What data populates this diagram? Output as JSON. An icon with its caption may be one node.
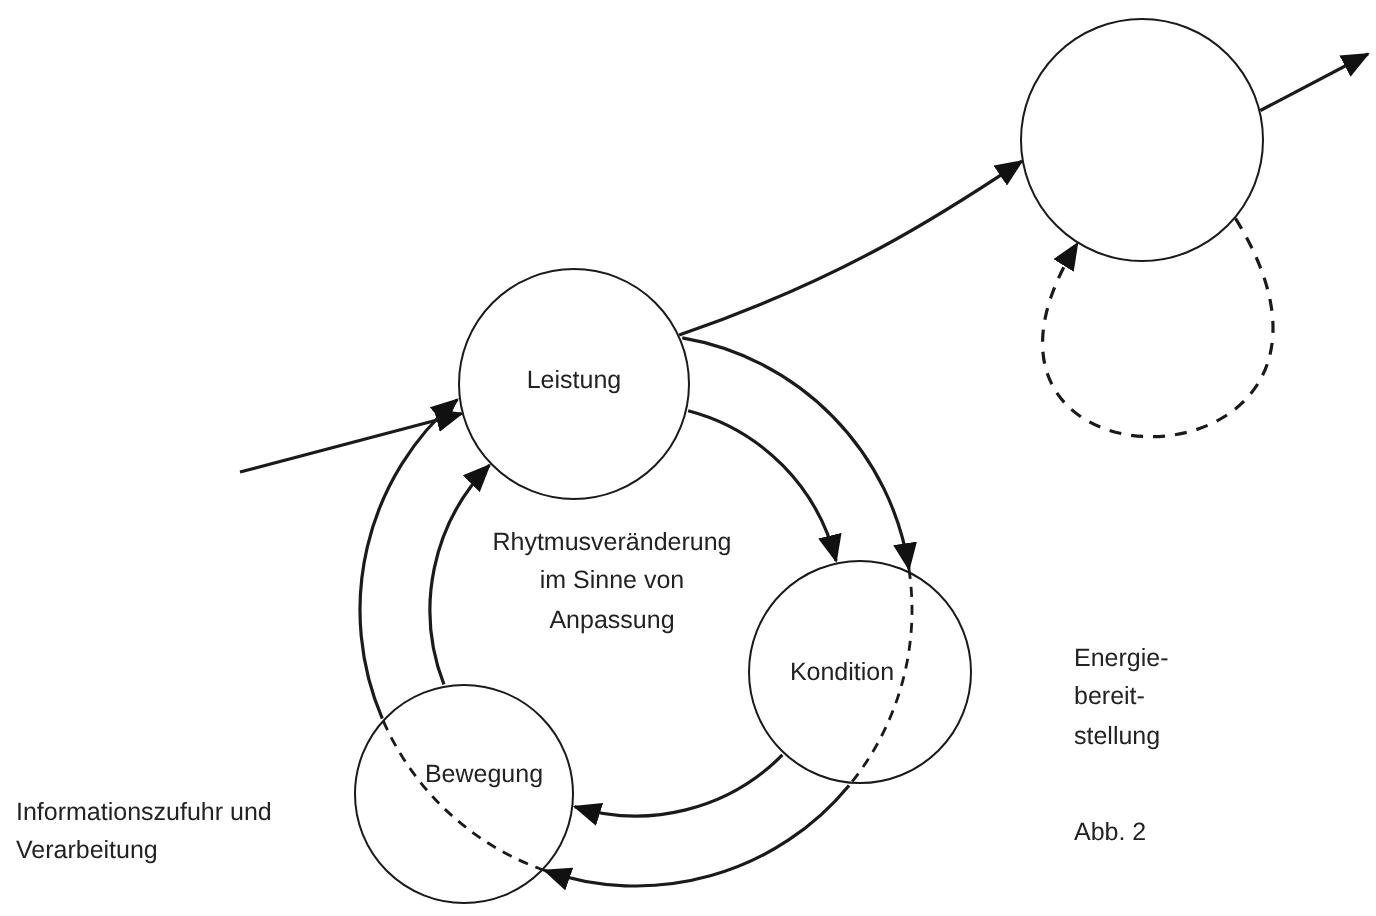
{
  "diagram": {
    "nodes": [
      {
        "text": [
          "Leistung"
        ]
      },
      {
        "text": [
          "Kondition"
        ]
      },
      {
        "text": [
          "Bewegung"
        ]
      },
      {
        "text": [],
        "shape": "circle"
      }
    ],
    "edges": [
      {
        "from": null,
        "to": 0,
        "arrow": "to"
      },
      {
        "from": 0,
        "to": 3,
        "arrow": "to"
      },
      {
        "from": 3,
        "to": null,
        "arrow": "to"
      },
      {
        "from": 3,
        "to": 3,
        "arrow": "to",
        "style": "dashed"
      },
      {
        "from": 0,
        "to": 1,
        "arrow": "to"
      },
      {
        "from": 1,
        "to": 2,
        "arrow": "to"
      },
      {
        "from": 2,
        "to": 0,
        "arrow": "to"
      },
      {
        "from": 0,
        "to": 1,
        "arrow": "to"
      },
      {
        "from": 1,
        "to": 2,
        "arrow": "to"
      },
      {
        "from": 2,
        "to": 0,
        "arrow": "to"
      }
    ],
    "labels": [
      "Rhytmusveränderung im Sinne von Anpassung",
      "Energie- bereit- stellung",
      "Informationszufuhr und Verarbeitung",
      "Abb. 2"
    ]
  }
}
